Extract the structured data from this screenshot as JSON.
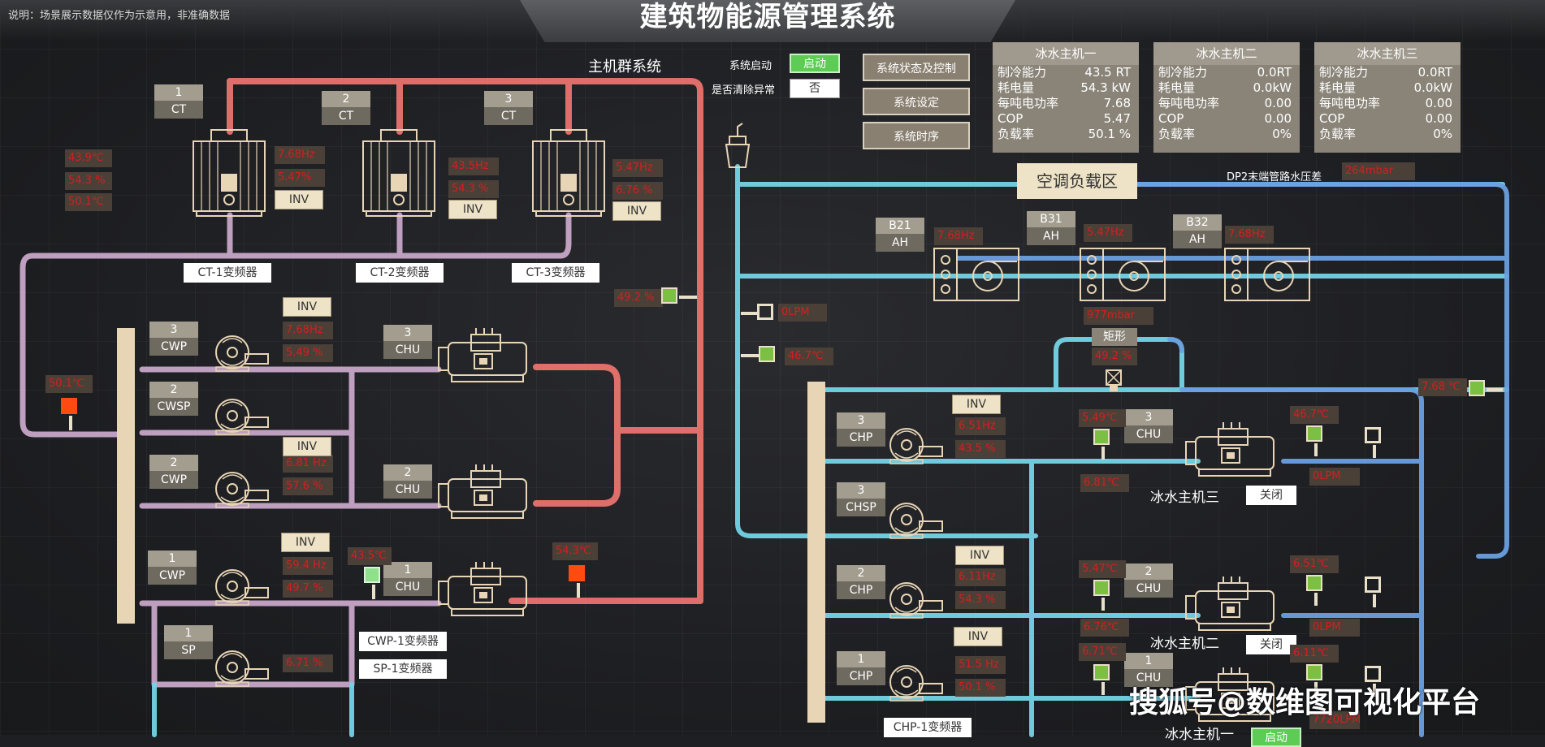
{
  "note": "说明：场景展示数据仅作为示意用，非准确数据",
  "title": "建筑物能源管理系统",
  "section_title": "主机群系统",
  "control": {
    "start_label": "系统启动",
    "start_btn": "启动",
    "clear_label": "是否清除异常",
    "clear_value": "否"
  },
  "buttons": [
    "系统状态及控制",
    "系统设定",
    "系统时序"
  ],
  "chillers": [
    {
      "name": "冰水主机一",
      "rows": [
        [
          "制冷能力",
          "43.5 RT"
        ],
        [
          "耗电量",
          "54.3 kW"
        ],
        [
          "每吨电功率",
          "7.68"
        ],
        [
          "COP",
          "5.47"
        ],
        [
          "负载率",
          "50.1 %"
        ]
      ]
    },
    {
      "name": "冰水主机二",
      "rows": [
        [
          "制冷能力",
          "0.0RT"
        ],
        [
          "耗电量",
          "0.0kW"
        ],
        [
          "每吨电功率",
          "0.00"
        ],
        [
          "COP",
          "0.00"
        ],
        [
          "负载率",
          "0%"
        ]
      ]
    },
    {
      "name": "冰水主机三",
      "rows": [
        [
          "制冷能力",
          "0.0RT"
        ],
        [
          "耗电量",
          "0.0kW"
        ],
        [
          "每吨电功率",
          "0.00"
        ],
        [
          "COP",
          "0.00"
        ],
        [
          "负载率",
          "0%"
        ]
      ]
    }
  ],
  "zone_label": "空调负载区",
  "dp_label": "DP2末端管路水压差",
  "dp_value": "264mbar",
  "ct": [
    {
      "num": "1",
      "type": "CT"
    },
    {
      "num": "2",
      "type": "CT"
    },
    {
      "num": "3",
      "type": "CT"
    }
  ],
  "ct_left_vals": [
    "43.9℃",
    "54.3 %",
    "50.1℃"
  ],
  "ct_vals": [
    [
      "7.68Hz",
      "5.47%"
    ],
    [
      "43.5Hz",
      "54.3 %"
    ],
    [
      "5.47Hz",
      "6.76 %"
    ]
  ],
  "inv": "INV",
  "ct_inverters": [
    "CT-1变频器",
    "CT-2变频器",
    "CT-3变频器"
  ],
  "left_temp": "50.1℃",
  "riser_val": "49.2 %",
  "pumps_left": [
    {
      "num": "3",
      "type": "CWP",
      "vals": [
        "7.68Hz",
        "5.49 %"
      ]
    },
    {
      "num": "2",
      "type": "CWSP",
      "vals": []
    },
    {
      "num": "2",
      "type": "CWP",
      "vals": [
        "6.81 Hz",
        "57.6 %"
      ]
    },
    {
      "num": "1",
      "type": "CWP",
      "vals": [
        "59.4 Hz",
        "49.7 %"
      ]
    },
    {
      "num": "1",
      "type": "SP",
      "vals": [
        "6.71 %"
      ]
    }
  ],
  "chu_left": [
    {
      "num": "3",
      "type": "CHU"
    },
    {
      "num": "2",
      "type": "CHU"
    },
    {
      "num": "1",
      "type": "CHU"
    }
  ],
  "chu1_temp_left": "43.5℃",
  "chu1_temp_right": "54.3℃",
  "cwp_inverters": [
    "CWP-1变频器",
    "SP-1变频器"
  ],
  "ah": [
    {
      "num": "B21",
      "type": "AH",
      "val": "7.68Hz"
    },
    {
      "num": "B31",
      "type": "AH",
      "val": "5.47Hz"
    },
    {
      "num": "B32",
      "type": "AH",
      "val": "7.68Hz"
    }
  ],
  "flow_val": "0LPM",
  "sup_temp": "46.7℃",
  "mbar_val": "977mbar",
  "valve": {
    "label": "矩形",
    "val": "49.2 %"
  },
  "right_temp": "7.68 ℃",
  "chp": [
    {
      "num": "3",
      "type": "CHP",
      "vals": [
        "6.51Hz",
        "43.5 %"
      ]
    },
    {
      "num": "3",
      "type": "CHSP",
      "vals": []
    },
    {
      "num": "2",
      "type": "CHP",
      "vals": [
        "6.11Hz",
        "54.3 %"
      ]
    },
    {
      "num": "1",
      "type": "CHP",
      "vals": [
        "51.5 Hz",
        "50.1 %"
      ]
    }
  ],
  "chu_right": [
    {
      "num": "3",
      "type": "CHU",
      "name": "冰水主机三",
      "state": "关闭",
      "in": "5.49℃",
      "out": "6.81℃",
      "t2": "46.7℃",
      "lpm": "0LPM"
    },
    {
      "num": "2",
      "type": "CHU",
      "name": "冰水主机二",
      "state": "关闭",
      "in": "5.47℃",
      "out": "6.76℃",
      "t2": "6.51℃",
      "lpm": "0LPM"
    },
    {
      "num": "1",
      "type": "CHU",
      "name": "冰水主机一",
      "state": "启动",
      "in": "6.71℃",
      "out": "",
      "t2": "6.11℃",
      "lpm": "7720LPM"
    }
  ],
  "chp_inverter": "CHP-1变频器",
  "watermark": "搜狐号@数维图可视化平台",
  "colors": {
    "hot_pipe": "#e8736d",
    "cw_pipe": "#c7a6c8",
    "chw_supply": "#73d4e6",
    "chw_return": "#6a9fe0",
    "value_red": "#d61e1e",
    "tag_bg": "#8a8478",
    "start_green": "#5ccc55"
  }
}
